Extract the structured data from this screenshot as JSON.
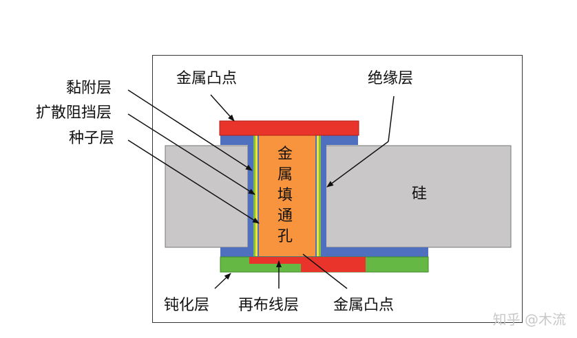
{
  "labels": {
    "adhesion": "黏附层",
    "diffusion_barrier": "扩散阻挡层",
    "seed": "种子层",
    "bump_top": "金属凸点",
    "insulation": "绝缘层",
    "silicon": "硅",
    "via_fill": [
      "金",
      "属",
      "填",
      "通",
      "孔"
    ],
    "passivation": "钝化层",
    "redistribution": "再布线层",
    "bump_bottom": "金属凸点"
  },
  "watermark": "知乎 @木流",
  "colors": {
    "silicon": "#c9c7c8",
    "insulation": "#4f6fbf",
    "bump": "#e8342a",
    "via_fill": "#f7943d",
    "passivation": "#66b845",
    "seed_yellow": "#f4e13c",
    "barrier_green": "#7fc241"
  }
}
